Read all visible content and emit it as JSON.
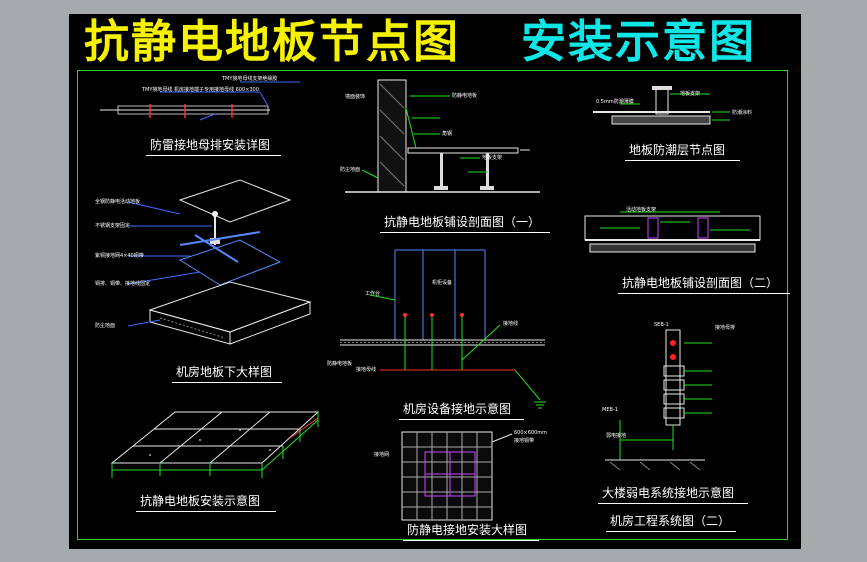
{
  "title": {
    "left": "抗静电地板节点图",
    "right": "安装示意图"
  },
  "captions": {
    "lightning_busbar": "防雷接地母排安装详图",
    "underfloor_detail": "机房地板下大样图",
    "floor_install": "抗静电地板安装示意图",
    "section_one": "抗静电地板铺设剖面图（一）",
    "equipment_grounding": "机房设备接地示意图",
    "antistatic_grounding": "防静电接地安装大样图",
    "moisture_layer": "地板防潮层节点图",
    "section_two": "抗静电地板铺设剖面图（二）",
    "weak_current": "大楼弱电系统接地示意图",
    "engineering_system": "机房工程系统图（二）"
  },
  "notes": {
    "busbar_a": "TMY接地母线支架绝缘胶",
    "busbar_b": "TMY接地母线  机房接地端子专用接地母线 600×300",
    "detail_a": "全钢防静电活动地板",
    "detail_b": "不锈钢支架固定",
    "detail_c": "紫铜接地网4×40铜带",
    "detail_d": "铜排、铜带、接地线固定",
    "detail_e": "防尘地面",
    "sec1_a": "墙面装饰",
    "sec1_b": "防静电地板",
    "sec1_c": "角钢",
    "sec1_d": "地板支架",
    "sec1_e": "防尘地面",
    "eq_a": "工作台",
    "eq_b": "机柜设备",
    "eq_c": "接地线",
    "eq_d": "接地母线",
    "eq_e": "防静电地板",
    "grid_a": "600×600mm",
    "grid_b": "接地铜带",
    "grid_c": "接地网",
    "moist_a": "0.5mm防潮薄膜",
    "moist_b": "地板支架",
    "moist_c": "防潮涂料",
    "sec2_a": "活动地板支架",
    "wc_a": "SEB-1",
    "wc_b": "MEB-1",
    "wc_c": "弱电接地",
    "wc_d": "接地母排"
  }
}
